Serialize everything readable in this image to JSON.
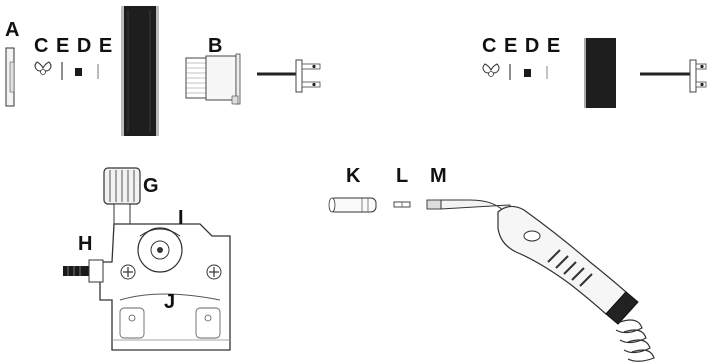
{
  "labels": {
    "a": "A",
    "b": "B",
    "top_left_group": "C E D E",
    "top_right_group": "C E D E",
    "g": "G",
    "h": "H",
    "i": "I",
    "j": "J",
    "k": "K",
    "l": "L",
    "m": "M"
  },
  "colors": {
    "ink": "#1a1a1a",
    "line": "#444444",
    "light": "#d9d9d9",
    "spool": "#222222"
  }
}
